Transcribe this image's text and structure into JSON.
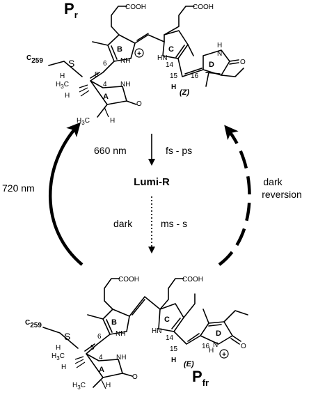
{
  "top_structure": {
    "name_main": "P",
    "name_sub": "r",
    "cooh_left": "COOH",
    "cooh_right": "COOH",
    "c259": "C",
    "c259_sub": "259",
    "s": "S",
    "h_left": "H",
    "h3c_1": "H",
    "h3c_1_sub": "3",
    "h3c_1_c": "C",
    "h_stereo": "H",
    "h3c_2": "H",
    "h3c_2_sub": "3",
    "h3c_2_c": "C",
    "h_bottom": "H",
    "nh_a": "NH",
    "o_a": "O",
    "nh_b": "NH",
    "hn_c": "HN",
    "h_d": "H",
    "n_d": "N",
    "o_d": "O",
    "ring_a": "A",
    "ring_b": "B",
    "ring_c": "C",
    "ring_d": "D",
    "num_4": "4",
    "num_5": "5",
    "num_6": "6",
    "num_14": "14",
    "num_15": "15",
    "num_16": "16",
    "h15": "H",
    "plus": "+",
    "isomer": "(Z)"
  },
  "bottom_structure": {
    "name_main": "P",
    "name_sub": "fr",
    "cooh_left": "COOH",
    "cooh_right": "COOH",
    "c259": "C",
    "c259_sub": "259",
    "s": "S",
    "h_left": "H",
    "h3c_1": "H",
    "h3c_1_sub": "3",
    "h3c_1_c": "C",
    "h_stereo": "H",
    "h3c_2": "H",
    "h3c_2_sub": "3",
    "h3c_2_c": "C",
    "h_bottom": "H",
    "nh_a": "NH",
    "o_a": "O",
    "nh_b": "NH",
    "hn_c": "HN",
    "h_d": "H",
    "n_d": "N",
    "o_d": "O",
    "ring_a": "A",
    "ring_b": "B",
    "ring_c": "C",
    "ring_d": "D",
    "num_4": "4",
    "num_5": "5",
    "num_6": "6",
    "num_14": "14",
    "num_15": "15",
    "num_16": "16",
    "h15": "H",
    "plus": "+",
    "isomer": "(E)"
  },
  "cycle": {
    "forward_wavelength": "660 nm",
    "forward_timescale": "fs - ps",
    "intermediate": "Lumi-R",
    "thermal_condition": "dark",
    "thermal_timescale": "ms - s",
    "back_wavelength": "720 nm",
    "dark_reversion_line1": "dark",
    "dark_reversion_line2": "reversion"
  }
}
